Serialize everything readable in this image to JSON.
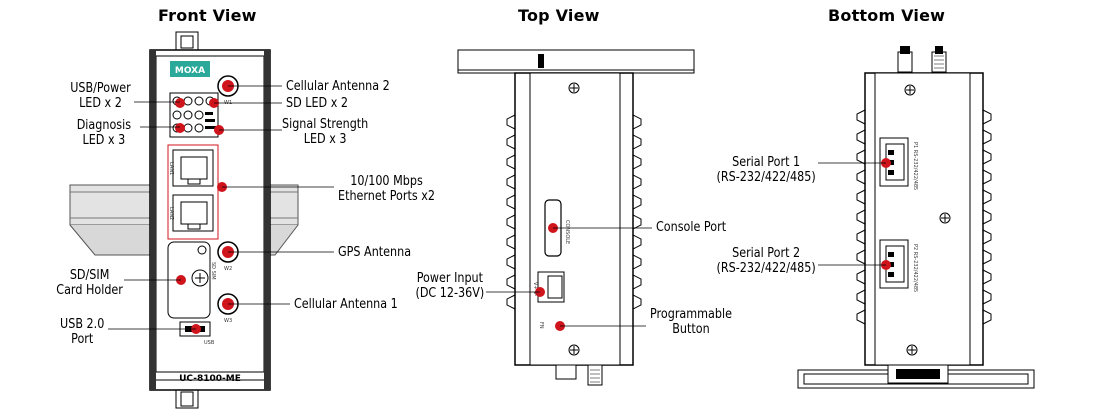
{
  "views": {
    "front": "Front View",
    "top": "Top View",
    "bottom": "Bottom View"
  },
  "front_labels": {
    "usb_power_led": [
      "USB/Power",
      "LED x 2"
    ],
    "diagnosis_led": [
      "Diagnosis",
      "LED x 3"
    ],
    "sd_sim": [
      "SD/SIM",
      "Card Holder"
    ],
    "usb20": [
      "USB 2.0",
      "Port"
    ],
    "cellular_antenna_2": "Cellular Antenna 2",
    "sd_led": "SD LED x 2",
    "signal_strength": [
      "Signal Strength",
      "LED x 3"
    ],
    "ethernet": [
      "10/100 Mbps",
      "Ethernet Ports x2"
    ],
    "gps_antenna": "GPS Antenna",
    "cellular_antenna_1": "Cellular Antenna 1"
  },
  "top_labels": {
    "console_port": "Console Port",
    "power_input": [
      "Power Input",
      "(DC 12-36V)"
    ],
    "programmable_button": [
      "Programmable",
      "Button"
    ]
  },
  "bottom_labels": {
    "serial_port_1": [
      "Serial Port 1",
      "(RS-232/422/485)"
    ],
    "serial_port_2": [
      "Serial Port 2",
      "(RS-232/422/485)"
    ]
  },
  "device": {
    "brand": "MOXA",
    "model": "UC-8100-ME",
    "brand_color": "#2aa89a",
    "marker_color": "#d0141c"
  }
}
